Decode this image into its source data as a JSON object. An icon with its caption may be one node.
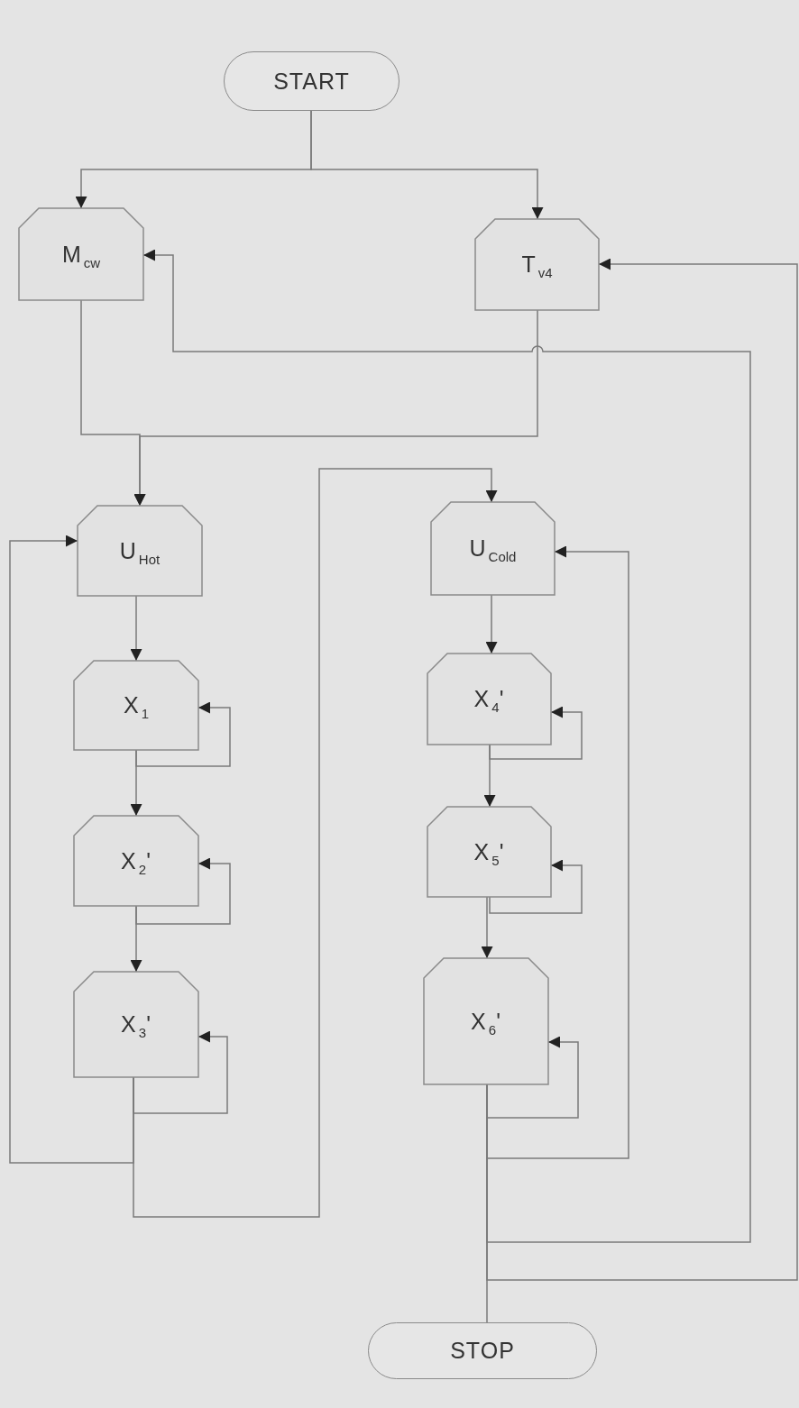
{
  "diagram": {
    "nodes": [
      {
        "text": [
          "START"
        ]
      },
      {
        "text": [
          "M$_{cw}$"
        ]
      },
      {
        "text": [
          "T$_{v4}$"
        ]
      },
      {
        "text": [
          "U$_{Hot}$"
        ]
      },
      {
        "text": [
          "X$_{1}$"
        ]
      },
      {
        "text": [
          "X$_{2}$'"
        ]
      },
      {
        "text": [
          "X$_{3}$'"
        ]
      },
      {
        "text": [
          "U$_{Cold}$"
        ]
      },
      {
        "text": [
          "X$_{4}$'"
        ]
      },
      {
        "text": [
          "X$_{5}$'"
        ]
      },
      {
        "text": [
          "X$_{6}$'"
        ]
      },
      {
        "text": [
          "STOP"
        ]
      }
    ],
    "edges": [
      {
        "from": 0,
        "to": 1,
        "arrow": "to"
      },
      {
        "from": 0,
        "to": 2,
        "arrow": "to"
      },
      {
        "from": 1,
        "to": 3,
        "arrow": "to"
      },
      {
        "from": 2,
        "to": 3,
        "arrow": "to"
      },
      {
        "from": 3,
        "to": 4,
        "arrow": "to"
      },
      {
        "from": 4,
        "to": 4,
        "arrow": "to"
      },
      {
        "from": 4,
        "to": 5,
        "arrow": "to"
      },
      {
        "from": 5,
        "to": 5,
        "arrow": "to"
      },
      {
        "from": 5,
        "to": 6,
        "arrow": "to"
      },
      {
        "from": 6,
        "to": 6,
        "arrow": "to"
      },
      {
        "from": 6,
        "to": 3,
        "arrow": "to"
      },
      {
        "from": 6,
        "to": 7,
        "arrow": "to"
      },
      {
        "from": 7,
        "to": 8,
        "arrow": "to"
      },
      {
        "from": 8,
        "to": 8,
        "arrow": "to"
      },
      {
        "from": 8,
        "to": 9,
        "arrow": "to"
      },
      {
        "from": 9,
        "to": 9,
        "arrow": "to"
      },
      {
        "from": 9,
        "to": 10,
        "arrow": "to"
      },
      {
        "from": 10,
        "to": 10,
        "arrow": "to"
      },
      {
        "from": 10,
        "to": 7,
        "arrow": "to"
      },
      {
        "from": 10,
        "to": 1,
        "arrow": "to"
      },
      {
        "from": 10,
        "to": 2,
        "arrow": "to"
      },
      {
        "from": 10,
        "to": 11,
        "arrow": "none"
      }
    ]
  }
}
